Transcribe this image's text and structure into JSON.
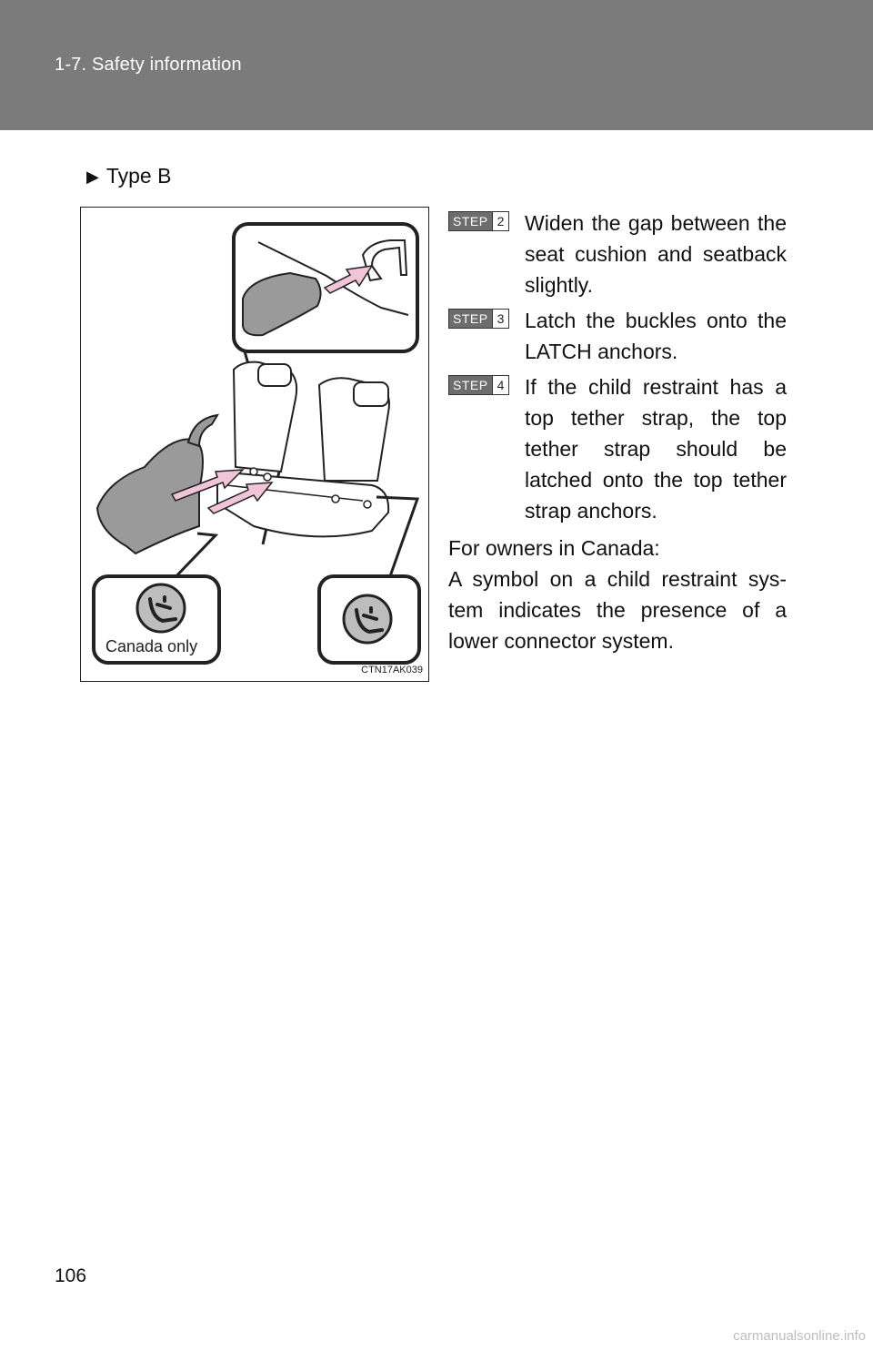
{
  "header": {
    "section_title": "1-7. Safety information"
  },
  "type_heading": {
    "marker": "▶",
    "text": "Type B"
  },
  "figure": {
    "code": "CTN17AK039",
    "canada_label": "Canada only",
    "icon_name": "child-seat-anchor-icon"
  },
  "steps": [
    {
      "badge": "STEP",
      "number": "2",
      "text": "Widen the gap between the seat cushion and seatback slightly."
    },
    {
      "badge": "STEP",
      "number": "3",
      "text": "Latch the buckles onto the LATCH anchors."
    },
    {
      "badge": "STEP",
      "number": "4",
      "text": "If the child restraint has a top tether strap, the top tether strap should be latched onto the top tether strap anchors."
    }
  ],
  "note": {
    "title": "For owners in Canada:",
    "body": "A symbol on a child restraint sys- tem indicates the presence of a lower connector system."
  },
  "page_number": "106",
  "watermark": "carmanualsonline.info",
  "colors": {
    "header_bg": "#7b7b7b",
    "arrow_fill": "#f2c4d8",
    "icon_circle": "#bdbdbd"
  }
}
